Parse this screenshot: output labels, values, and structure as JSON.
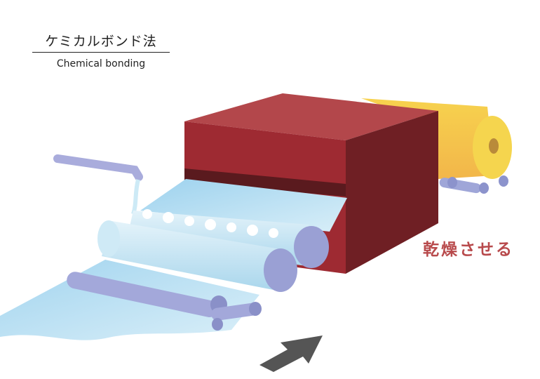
{
  "heading": {
    "title_ja": "ケミカルボンド法",
    "title_en": "Chemical bonding"
  },
  "diagram": {
    "step_label": "乾燥させる"
  },
  "colors": {
    "box_red": "#a8323a",
    "roll_yellow": "#f6cf4a",
    "sheet_blue": "#bfe3f3",
    "roller_lavender": "#9fa6d8",
    "label_red": "#b84a4c",
    "arrow_gray": "#555555"
  }
}
